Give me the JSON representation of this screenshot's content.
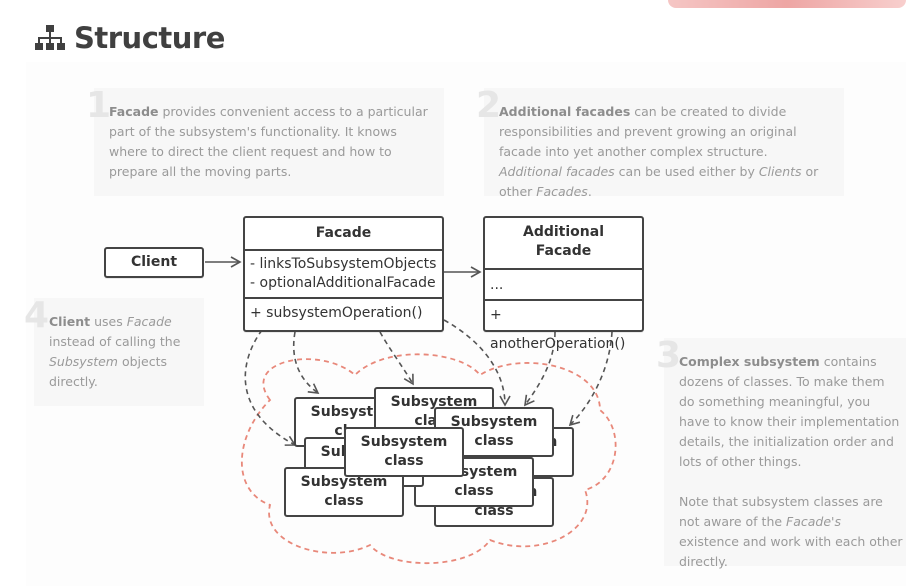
{
  "title": "Structure",
  "notes": [
    {
      "number": "1",
      "bold": "Facade",
      "rest": " provides convenient access to a particular part of the subsystem's functionality. It knows where to direct the client request and how to prepare all the moving parts."
    },
    {
      "number": "2",
      "bold": "Additional facades",
      "rest": " can be created to divide responsibilities and prevent growing an original facade into yet another complex structure. ",
      "italic1": "Additional facades",
      "rest2": " can be used either by ",
      "italic2": "Clients",
      "rest3": " or other ",
      "italic3": "Facades",
      "rest4": "."
    },
    {
      "number": "3",
      "bold": "Complex subsystem",
      "rest": " contains dozens of classes. To make them do something meaningful, you have to know their implementation details, the initialization order and lots of other things.",
      "para2_a": "Note that subsystem classes are not aware of the ",
      "para2_italic": "Facade's",
      "para2_b": " existence and work with each other directly."
    },
    {
      "number": "4",
      "bold": "Client",
      "rest": " uses ",
      "italic1": "Facade",
      "rest2": " instead of calling the ",
      "italic2": "Subsystem",
      "rest3": " objects directly."
    }
  ],
  "client": {
    "label": "Client"
  },
  "facade": {
    "name": "Facade",
    "field1": "- linksToSubsystemObjects",
    "field2": "- optionalAdditionalFacade",
    "method": "+ subsystemOperation()"
  },
  "additional_facade": {
    "name_line1": "Additional",
    "name_line2": "Facade",
    "field": "...",
    "method": "+ anotherOperation()"
  },
  "subsystem": {
    "line1": "Subsystem",
    "line2": "class"
  },
  "colors": {
    "cloud": "#e8887a",
    "border": "#444444",
    "note_bg": "#f7f7f7"
  }
}
